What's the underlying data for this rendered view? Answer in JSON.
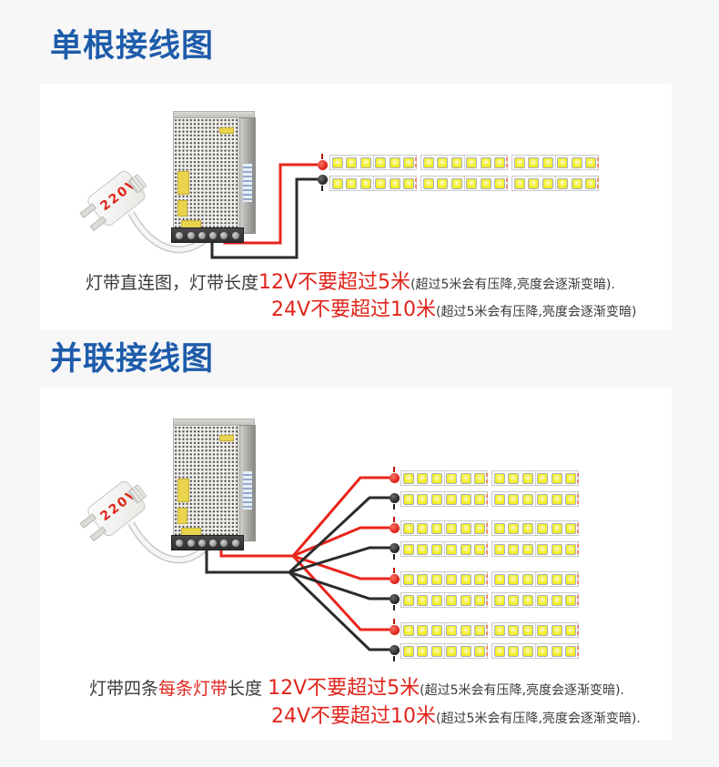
{
  "page": {
    "background": "#f7f7f7",
    "panel_background": "#ffffff"
  },
  "colors": {
    "title_blue": "#1e5cab",
    "text_red": "#e0251c",
    "text_black": "#3a3a3a",
    "wire_red": "#e8251d",
    "wire_black": "#2b2b2b",
    "led_yellow": "#f2ee27",
    "connector_red": "#d81910",
    "connector_black": "#1d1d1d"
  },
  "section1": {
    "title": "单根接线图",
    "plug_label": "220V",
    "strip": {
      "rows": 2,
      "segments_per_row": 3,
      "groups_per_segment": 2,
      "leds_per_group": 3
    },
    "caption": {
      "lead": "灯带直连图，灯带长度",
      "rule1": "12V不要超过5米",
      "note1": "(超过5米会有压降,亮度会逐渐变暗).",
      "rule2": "24V不要超过10米",
      "note2": "(超过5米会有压降,亮度会逐渐变暗)"
    }
  },
  "section2": {
    "title": "并联接线图",
    "plug_label": "220V",
    "strip_count": 4,
    "strip": {
      "rows": 2,
      "segments_per_row": 2,
      "groups_per_segment": 2,
      "leds_per_group": 3
    },
    "caption": {
      "lead_black1": "灯带四条",
      "lead_red": "每条灯带",
      "lead_black2": "长度 ",
      "rule1": "12V不要超过5米",
      "note1": "(超过5米会有压降,亮度会逐渐变暗).",
      "rule2": "24V不要超过10米",
      "note2": "(超过5米会有压降,亮度会逐渐变暗)."
    }
  }
}
